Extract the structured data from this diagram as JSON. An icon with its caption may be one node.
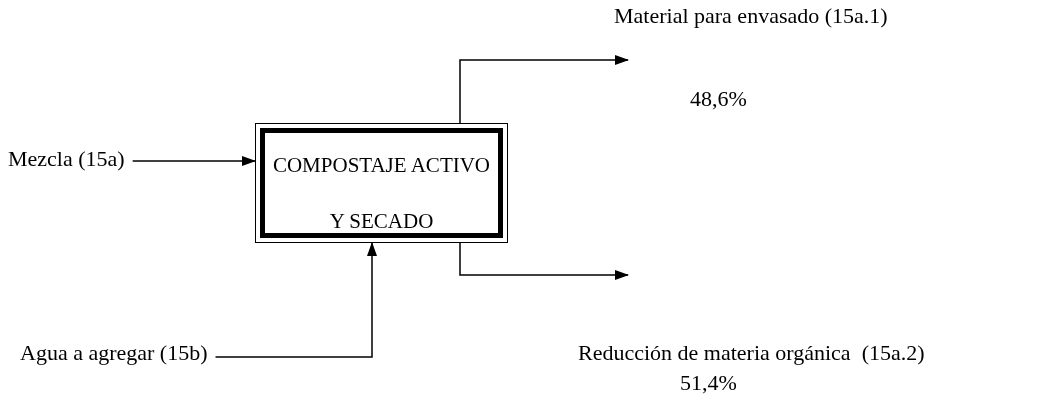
{
  "diagram": {
    "nodes": [
      {
        "text": [
          "COMPOSTAJE ACTIVO Y SECADO"
        ]
      },
      {
        "text": [
          "Mezcla (15a)"
        ]
      },
      {
        "text": [
          "Material para envasado (15a.1)"
        ],
        "beside": [
          "48,6%"
        ]
      },
      {
        "text": [
          "Agua a agregar (15b)"
        ]
      },
      {
        "text": [
          "Reducción de materia orgánica  (15a.2)"
        ],
        "beside": [
          "51,4%"
        ]
      }
    ],
    "edges": [
      {
        "from": 1,
        "to": 0,
        "arrow": "to"
      },
      {
        "from": 0,
        "to": 2,
        "arrow": "to"
      },
      {
        "from": 3,
        "to": 0,
        "arrow": "to"
      },
      {
        "from": 0,
        "to": 4,
        "arrow": "to"
      }
    ]
  }
}
